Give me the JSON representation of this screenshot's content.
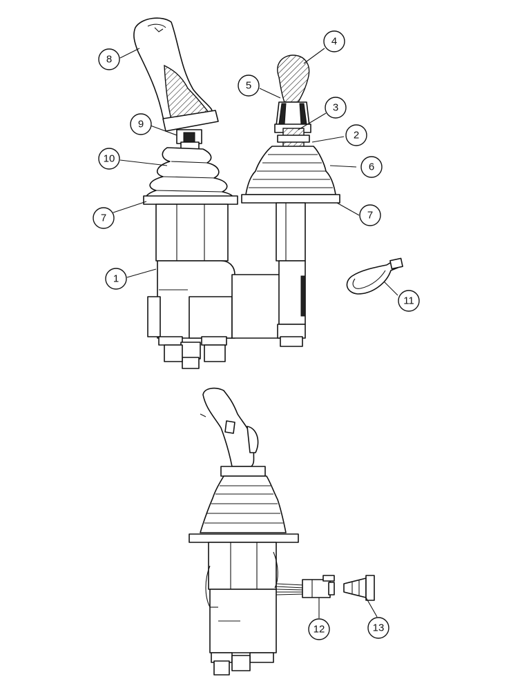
{
  "callouts": [
    {
      "id": "c1",
      "label": "1"
    },
    {
      "id": "c2",
      "label": "2"
    },
    {
      "id": "c3",
      "label": "3"
    },
    {
      "id": "c4",
      "label": "4"
    },
    {
      "id": "c5",
      "label": "5"
    },
    {
      "id": "c6",
      "label": "6"
    },
    {
      "id": "c7a",
      "label": "7"
    },
    {
      "id": "c7b",
      "label": "7"
    },
    {
      "id": "c8",
      "label": "8"
    },
    {
      "id": "c9",
      "label": "9"
    },
    {
      "id": "c10",
      "label": "10"
    },
    {
      "id": "c11",
      "label": "11"
    },
    {
      "id": "c12",
      "label": "12"
    },
    {
      "id": "c13",
      "label": "13"
    }
  ],
  "colors": {
    "ink": "#111111",
    "paper": "#ffffff"
  }
}
